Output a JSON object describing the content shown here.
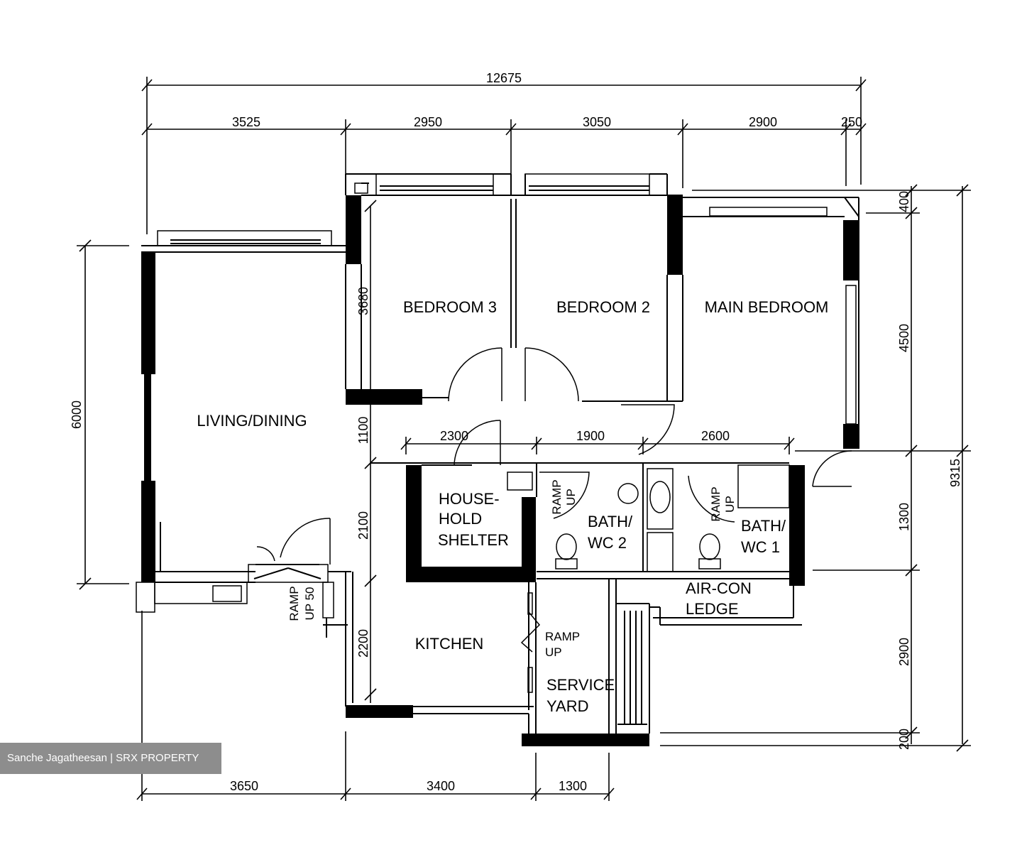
{
  "rooms": {
    "living_dining": "LIVING/DINING",
    "bedroom_3": "BEDROOM 3",
    "bedroom_2": "BEDROOM 2",
    "main_bedroom": "MAIN BEDROOM",
    "household_shelter_1": "HOUSE-",
    "household_shelter_2": "HOLD",
    "household_shelter_3": "SHELTER",
    "bath_wc2_1": "BATH/",
    "bath_wc2_2": "WC 2",
    "bath_wc1_1": "BATH/",
    "bath_wc1_2": "WC 1",
    "aircon_1": "AIR-CON",
    "aircon_2": "LEDGE",
    "kitchen": "KITCHEN",
    "service_1": "SERVICE",
    "service_2": "YARD",
    "ramp_entry_1": "RAMP",
    "ramp_entry_2": "UP 50",
    "ramp_kitchen_1": "RAMP",
    "ramp_kitchen_2": "UP",
    "ramp_wc2_1": "RAMP",
    "ramp_wc2_2": "UP",
    "ramp_wc1_1": "RAMP",
    "ramp_wc1_2": "UP"
  },
  "dimensions": {
    "overall_width": "12675",
    "top_row": [
      "3525",
      "2950",
      "3050",
      "2900",
      "250"
    ],
    "bottom_row": [
      "3650",
      "3400",
      "1300"
    ],
    "middle_row": [
      "2300",
      "1900",
      "2600"
    ],
    "left_height": "6000",
    "inner_left": [
      "3680",
      "1100",
      "2100",
      "2200"
    ],
    "right_inner": [
      "400",
      "4500",
      "1300",
      "2900",
      "200"
    ],
    "right_outer": "9315"
  },
  "watermark": "Sanche Jagatheesan | SRX PROPERTY"
}
